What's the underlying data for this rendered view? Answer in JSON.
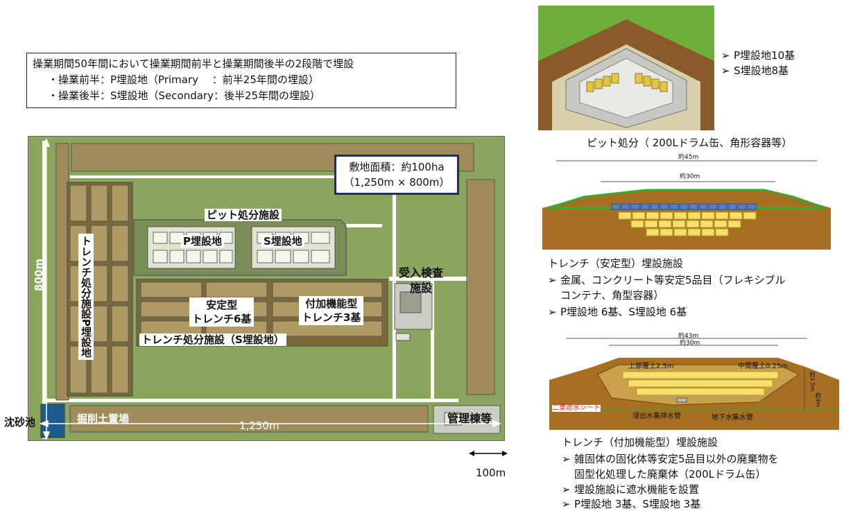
{
  "description": {
    "line1": "操業期間50年間において操業期間前半と操業期間後半の2段階で埋設",
    "line2": "・操業前半：P埋設地（Primary　 ：前半25年間の埋設）",
    "line3": "・操業後半：S埋設地（Secondary：後半25年間の埋設）"
  },
  "site_map": {
    "area_line1": "敷地面積：約100ha",
    "area_line2": "（1,250m × 800m）",
    "pit_facility": "ピット処分施設",
    "p_site": "P埋設地",
    "s_site": "S埋設地",
    "trench_p": "トレンチ処分施設\nP埋設地",
    "trench_p_a": "トレンチ処分施設",
    "trench_p_b": "P埋設地",
    "stable_a": "安定型",
    "stable_b": "トレンチ6基",
    "added_a": "付加機能型",
    "added_b": "トレンチ3基",
    "trench_s": "トレンチ処分施設（S埋設地）",
    "inspection_a": "受入検査",
    "inspection_b": "施設",
    "soil_yard": "掘削土置場",
    "management": "管理棟等",
    "height": "800m",
    "width": "1,250m",
    "sedimentation": "沈砂池",
    "scale": "100m"
  },
  "pit": {
    "bullet1": "P埋設地10基",
    "bullet2": "S埋設地8基",
    "caption": "ピット処分（ 200Lドラム缶、角形容器等）"
  },
  "stable_section": {
    "dim_outer": "約45m",
    "dim_inner": "約30m",
    "title": "トレンチ（安定型）埋設施設",
    "bullet1_a": "金属、コンクリート等安定5品目（フレキシブル",
    "bullet1_b": "コンテナ、角型容器）",
    "bullet2": "P埋設地 6基、S埋設地 6基"
  },
  "added_section": {
    "dim_outer": "約43m",
    "dim_inner": "約30m",
    "upper_cover": "上部覆土2.5m",
    "mid_cover": "中間覆土0.25m",
    "depth_a": "約3.5m",
    "depth_b": "約4m",
    "double_sheet": "二重遮水シート",
    "leachate_pipe": "浸出水集排水管",
    "groundwater_pipe": "地下水集水管",
    "title": "トレンチ（付加機能型）埋設施設",
    "bullet1_a": "雑固体の固化体等安定5品目以外の廃棄物を",
    "bullet1_b": "固型化処理した廃棄体（200Lドラム缶）",
    "bullet2": "埋設施設に遮水機能を設置",
    "bullet3": "P埋設地 3基、S埋設地 3基"
  },
  "colors": {
    "grass": "#8aa55e",
    "trench": "#a08c5a",
    "road": "#ffffff",
    "soil": "#9a6a1e",
    "waste": "#f1d94a",
    "navy": "#1f2e5c"
  }
}
